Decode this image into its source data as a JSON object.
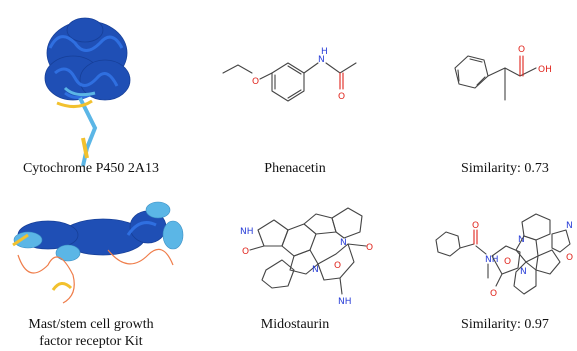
{
  "rows": [
    {
      "protein_name": "Cytochrome P450 2A13",
      "drug_name": "Phenacetin",
      "similarity": "Similarity: 0.73",
      "atoms_drug": {
        "o1": "O",
        "o2": "O",
        "n1": "N",
        "h1": "H"
      },
      "atoms_sim": {
        "o1": "O",
        "o2": "OH"
      }
    },
    {
      "protein_name_line1": "Mast/stem cell growth",
      "protein_name_line2": "factor receptor Kit",
      "drug_name": "Midostaurin",
      "similarity": "Similarity: 0.97",
      "atoms_drug": {
        "n1": "NH",
        "n2": "N",
        "n3": "N",
        "n4": "NH",
        "o1": "O",
        "o2": "O",
        "o3": "O"
      },
      "atoms_sim": {
        "n1": "NH",
        "n2": "N",
        "n3": "N",
        "n4": "N",
        "o1": "O",
        "o2": "O",
        "o3": "O",
        "o4": "O"
      }
    }
  ],
  "colors": {
    "protein_dark_blue": "#1f4fb5",
    "protein_light_blue": "#5bb6e6",
    "protein_yellow": "#f2c12e",
    "protein_orange": "#ef7d4a",
    "oxygen": "#e0241c",
    "nitrogen": "#2a3fd8"
  }
}
